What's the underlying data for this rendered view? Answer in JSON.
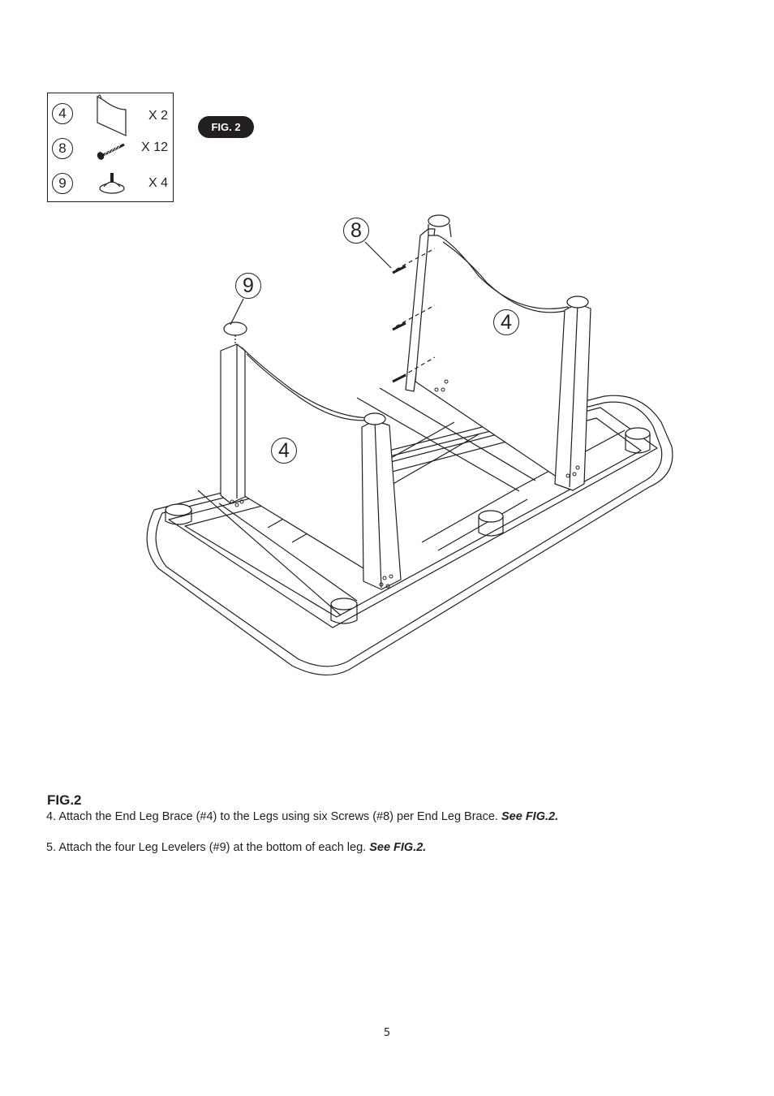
{
  "parts": [
    {
      "number": "4",
      "quantity": "X 2",
      "icon": "end-leg-brace-icon"
    },
    {
      "number": "8",
      "quantity": "X 12",
      "icon": "screw-icon"
    },
    {
      "number": "9",
      "quantity": "X 4",
      "icon": "leg-leveler-icon"
    }
  ],
  "figure": {
    "badge": "FIG. 2",
    "callouts": {
      "screw": "8",
      "leveler": "9",
      "brace_back": "4",
      "brace_front": "4"
    }
  },
  "instructions": {
    "heading": "FIG.2",
    "steps": [
      {
        "text": "4. Attach the End Leg Brace (#4) to the Legs using six Screws (#8) per End Leg Brace.",
        "ref": "See FIG.2."
      },
      {
        "text": "5. Attach the four Leg Levelers (#9) at the bottom of each leg.",
        "ref": "See FIG.2."
      }
    ]
  },
  "page_number": "5",
  "colors": {
    "ink": "#231f20",
    "background": "#ffffff"
  }
}
